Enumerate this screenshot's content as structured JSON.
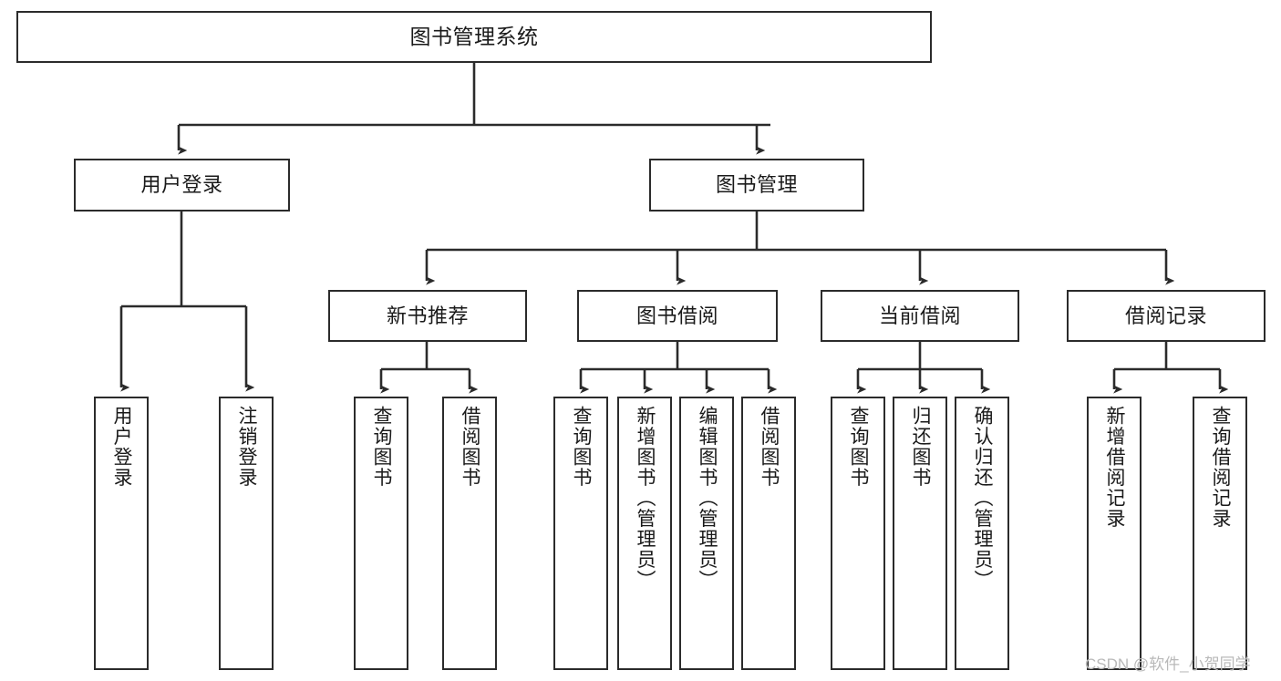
{
  "diagram": {
    "title": "图书管理系统",
    "type": "tree-structure-chart",
    "stroke_color": "#2b2b2b",
    "fill_color": "#ffffff",
    "text_color": "#1a1a1a"
  },
  "nodes": {
    "root": {
      "label": "图书管理系统"
    },
    "level2": [
      {
        "label": "用户登录"
      },
      {
        "label": "图书管理"
      }
    ],
    "level3": [
      {
        "label": "新书推荐"
      },
      {
        "label": "图书借阅"
      },
      {
        "label": "当前借阅"
      },
      {
        "label": "借阅记录"
      }
    ],
    "leaves_user_login": [
      {
        "label": "用户登录"
      },
      {
        "label": "注销登录"
      }
    ],
    "leaves_new_book": [
      {
        "label": "查询图书"
      },
      {
        "label": "借阅图书"
      }
    ],
    "leaves_borrow": [
      {
        "label": "查询图书"
      },
      {
        "label": "新增图书（管理员）"
      },
      {
        "label": "编辑图书（管理员）"
      },
      {
        "label": "借阅图书"
      }
    ],
    "leaves_current": [
      {
        "label": "查询图书"
      },
      {
        "label": "归还图书"
      },
      {
        "label": "确认归还（管理员）"
      }
    ],
    "leaves_record": [
      {
        "label": "新增借阅记录"
      },
      {
        "label": "查询借阅记录"
      }
    ]
  },
  "watermark": {
    "text": "CSDN @软件_小贺同学"
  }
}
